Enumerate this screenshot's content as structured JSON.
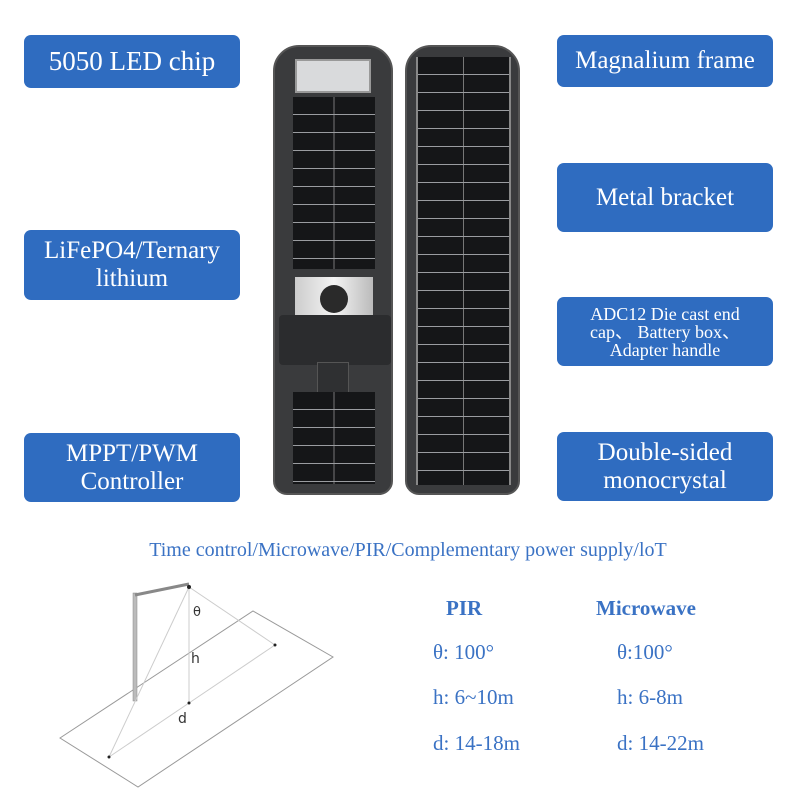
{
  "labels": {
    "led_chip": "5050 LED chip",
    "battery": "LiFePO4/Ternary lithium",
    "controller": "MPPT/PWM Controller",
    "frame": "Magnalium frame",
    "bracket": "Metal bracket",
    "die_cast": "ADC12 Die cast end cap、 Battery box、 Adapter handle",
    "panel": "Double-sided monocrystal"
  },
  "subtitle": "Time control/Microwave/PIR/Complementary power supply/loT",
  "diagram": {
    "theta": "θ",
    "h": "h",
    "d": "d"
  },
  "specs": {
    "pir": {
      "title": "PIR",
      "theta": "θ: 100°",
      "h": "h: 6~10m",
      "d": "d: 14-18m"
    },
    "microwave": {
      "title": "Microwave",
      "theta": "θ:100°",
      "h": "h: 6-8m",
      "d": "d: 14-22m"
    }
  },
  "colors": {
    "tag": "#2f6cc0",
    "text": "#3a72c4"
  }
}
